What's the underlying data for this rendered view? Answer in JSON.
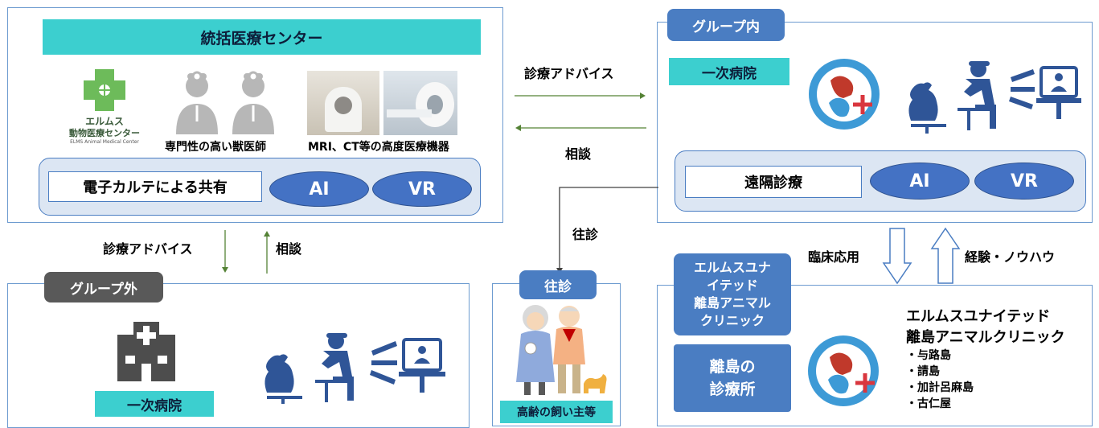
{
  "center": {
    "title": "統括医療センター",
    "logo_line1": "エルムス",
    "logo_line2": "動物医療センター",
    "logo_line3": "ELMS Animal Medical Center",
    "vets_caption": "専門性の高い獣医師",
    "equipment_caption": "MRI、CT等の高度医療機器",
    "share_box": "電子カルテによる共有",
    "ai_label": "AI",
    "vr_label": "VR"
  },
  "flows": {
    "advice_right": "診療アドバイス",
    "consult_left": "相談",
    "advice_down": "診療アドバイス",
    "consult_up": "相談",
    "house_call": "往診",
    "clinical_app": "臨床応用",
    "experience": "経験・ノウハウ"
  },
  "group_in": {
    "tag": "グループ内",
    "primary": "一次病院",
    "remote": "遠隔診療",
    "ai_label": "AI",
    "vr_label": "VR"
  },
  "group_out": {
    "tag": "グループ外",
    "primary": "一次病院"
  },
  "house_call_panel": {
    "tag": "往診",
    "caption": "高齢の飼い主等"
  },
  "island": {
    "tag_lines": [
      "エルムスユナ",
      "イテッド",
      "離島アニマル",
      "クリニック"
    ],
    "clinic_lines": [
      "離島の",
      "診療所"
    ],
    "title_line1": "エルムスユナイテッド",
    "title_line2": "離島アニマルクリニック",
    "locations": [
      "・与路島",
      "・請島",
      "・加計呂麻島",
      "・古仁屋"
    ]
  },
  "colors": {
    "teal": "#3ccfcf",
    "blue": "#4472c4",
    "panel_border": "#6d9bd0",
    "arrow_green": "#548235"
  }
}
